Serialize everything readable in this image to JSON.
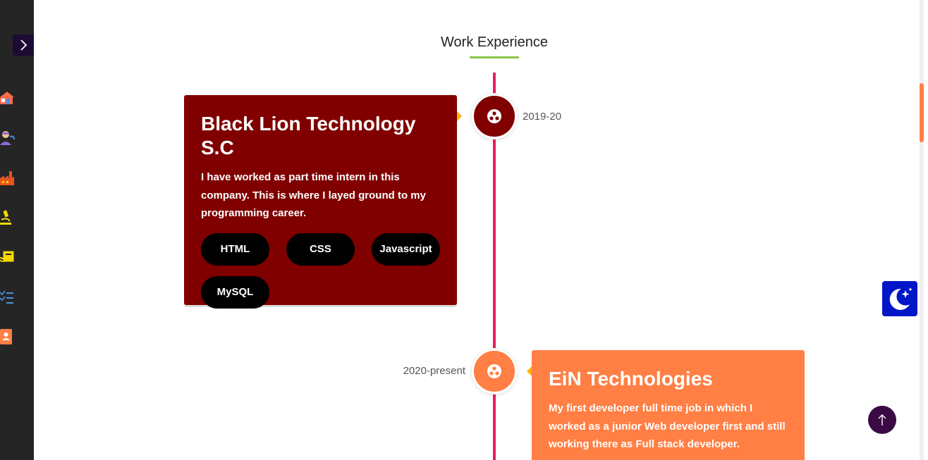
{
  "section": {
    "title": "Work Experience"
  },
  "sidebar": {
    "toggle_icon": "chevron-right-icon",
    "items": [
      {
        "icon": "home-icon",
        "color": "#ff6b4a"
      },
      {
        "icon": "person-icon",
        "color": "#8e6bd6"
      },
      {
        "icon": "factory-icon",
        "color": "#e8541e"
      },
      {
        "icon": "microscope-icon",
        "color": "#f5d800"
      },
      {
        "icon": "certificate-icon",
        "color": "#f5d800"
      },
      {
        "icon": "checklist-icon",
        "color": "#4a90e2"
      },
      {
        "icon": "contact-icon",
        "color": "#ff7f44"
      }
    ]
  },
  "experiences": [
    {
      "company": "Black Lion Technology S.C",
      "date": "2019-20",
      "description": "I have worked as part time intern in this company. This is where I layed ground to my programming career.",
      "tags": [
        "HTML",
        "CSS",
        "Javascript",
        "MySQL"
      ],
      "color": "#800000"
    },
    {
      "company": "EiN Technologies",
      "date": "2020-present",
      "description": "My first developer full time job in which I worked as a junior Web developer first and still working there as Full stack developer.",
      "tags": [],
      "color": "#ff7f44"
    }
  ],
  "theme_toggle": {
    "icon": "moon-stars-icon",
    "color": "#0016c8"
  },
  "scroll_top": {
    "icon": "arrow-up-icon",
    "color": "#3b0a45"
  },
  "colors": {
    "timeline": "#e8215a",
    "underline": "#8bc34a",
    "arrow": "#ffb300"
  }
}
